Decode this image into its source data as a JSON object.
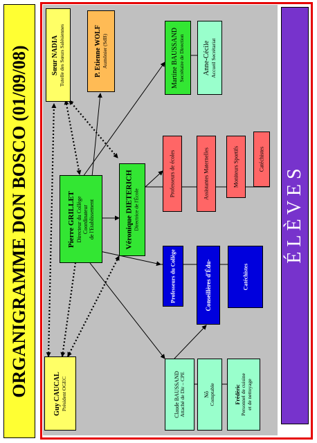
{
  "title": "ORGANIGRAMME DON BOSCO (01/09/08)",
  "footer": "É L È V E S",
  "colors": {
    "title_bg": "#ffff33",
    "outer_border": "#e60000",
    "panel_bg": "#c0c0c0",
    "green": "#33e633",
    "pink": "#ff6666",
    "blue": "#0000dd",
    "mint": "#99ffcc",
    "yellow": "#ffff66",
    "orange": "#ffbb55",
    "purple": "#7733cc"
  },
  "nodes": {
    "soeur_nadia": {
      "name": "Sœur NADIA",
      "role": "Tutelle des Sœurs Salésiennes"
    },
    "etienne_wolf": {
      "name": "P. Etienne WOLF",
      "role": "Aumônier (SdB)"
    },
    "martine": {
      "name": "Martine BAUSSAND",
      "role": "Secrétaire de Direction"
    },
    "anne_cecile": {
      "name": "Anne-Cécile",
      "role": "Accueil Secrétariat"
    },
    "pierre": {
      "name": "Pierre GRILLET",
      "role": "Directeur du Collège",
      "role2": "Coordinateur",
      "role3": "de l'Etablissement"
    },
    "veronique": {
      "name": "Véronique  DIETERICH",
      "role": "Directrice de l'École"
    },
    "prof_ecoles": {
      "name": "Professeurs de écoles"
    },
    "assistantes": {
      "name": "Assistantes Maternelles"
    },
    "moniteurs": {
      "name": "Moniteurs Sportifs"
    },
    "catechistes_ecole": {
      "name": "Catéchistes"
    },
    "prof_college": {
      "name": "Professeurs du Collège"
    },
    "conseilleres": {
      "name": "Conseillères d'Édu-"
    },
    "catechistes_college": {
      "name": "Catéchistes"
    },
    "guy": {
      "name": "Guy CAUCAL",
      "role": "Président OGEC"
    },
    "claude": {
      "name": "Claude BAUSSAND",
      "role": "Attaché de Dir – CPE"
    },
    "no": {
      "name": "Nô",
      "role": "Comptable"
    },
    "frederic": {
      "name": "Frédéric",
      "role": "Personnel de cuisine",
      "role2": "et de nettoyage"
    }
  }
}
